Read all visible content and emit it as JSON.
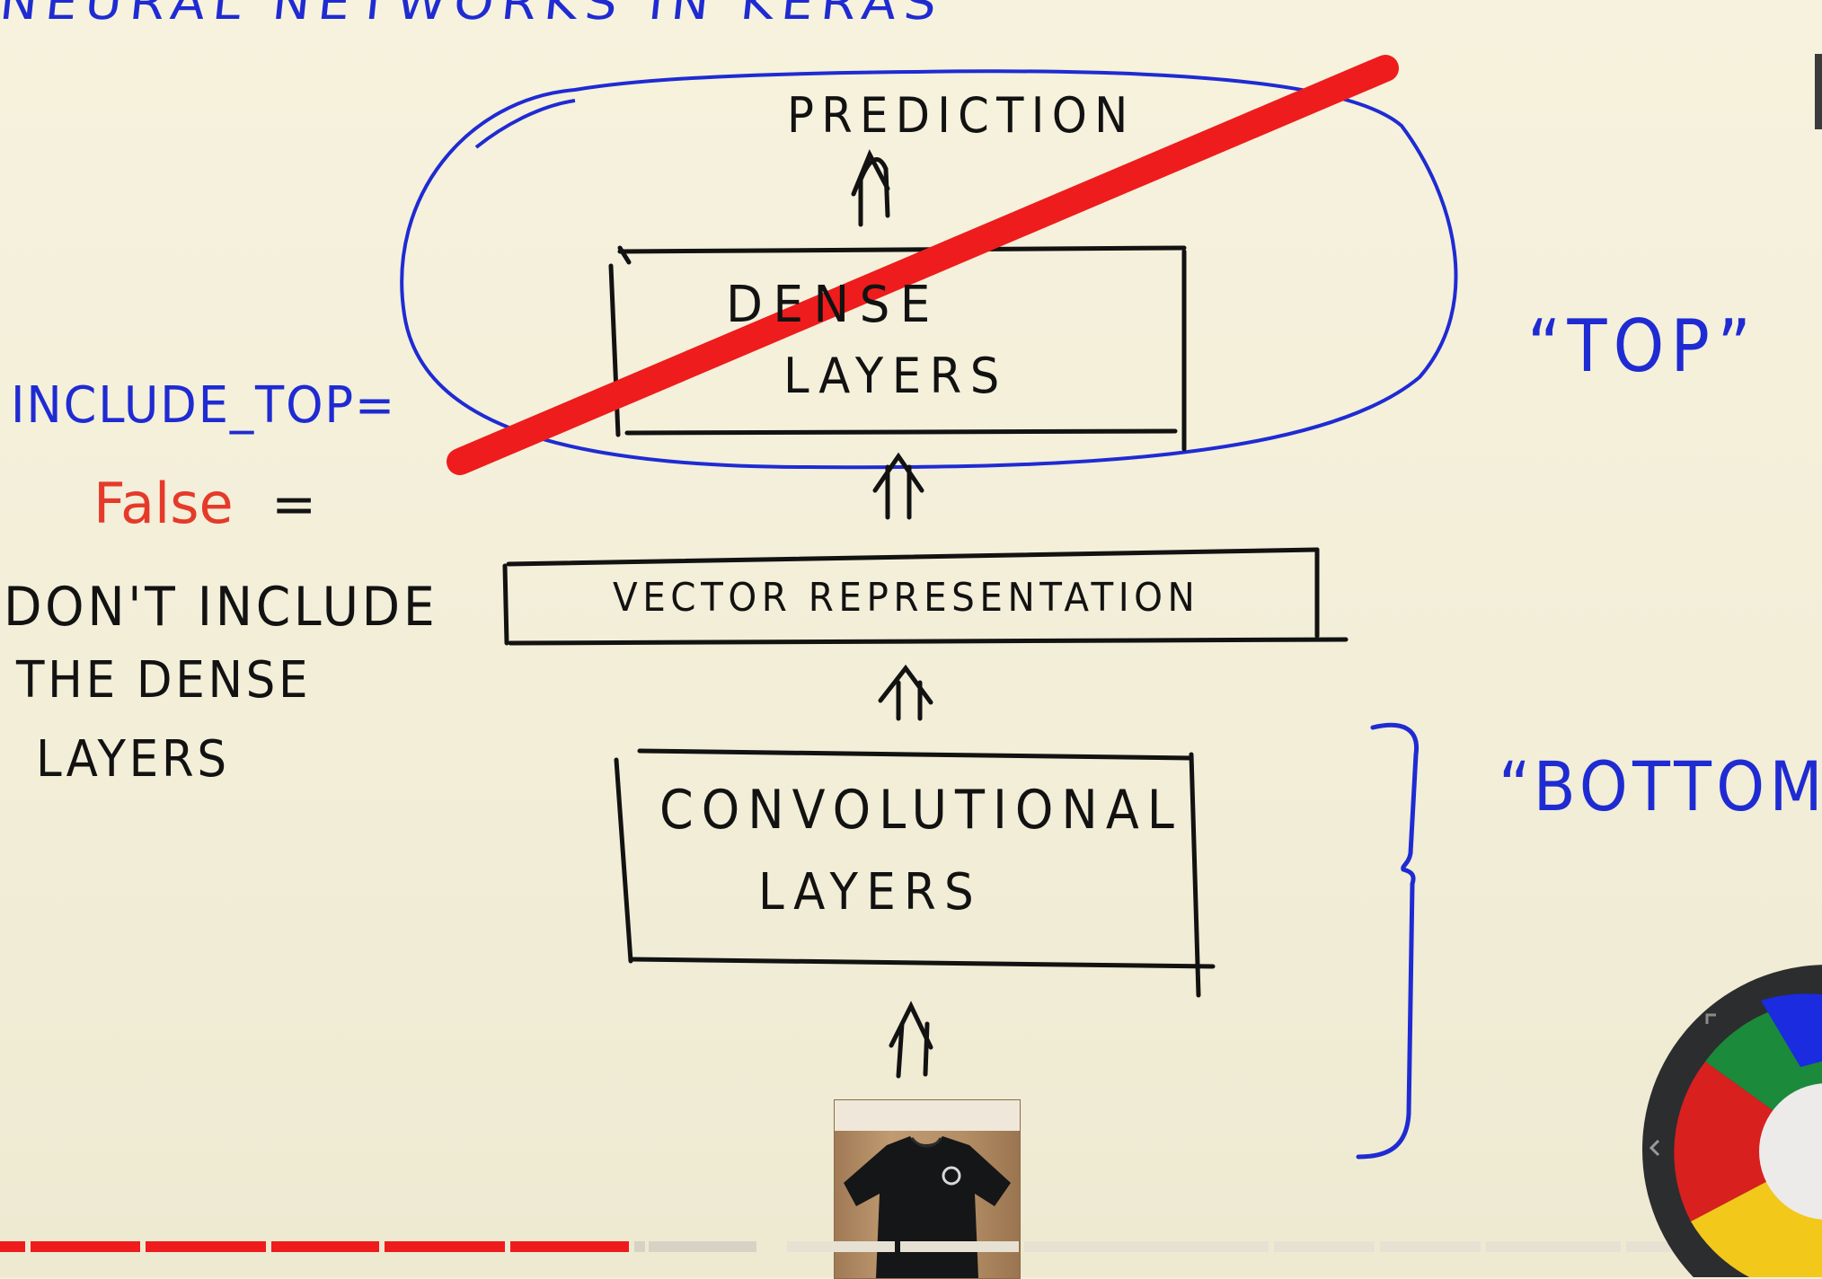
{
  "whiteboard": {
    "title": "NEURAL NETWORKS IN KERAS",
    "prediction": "PREDICTION",
    "dense_line1": "DENSE",
    "dense_line2": "LAYERS",
    "top_label": "“TOP”",
    "include_top": "INCLUDE_TOP=",
    "false_value": "False",
    "equals": "=",
    "note_line1": "DON'T INCLUDE",
    "note_line2": "THE DENSE",
    "note_line3": "LAYERS",
    "vector": "VECTOR REPRESENTATION",
    "conv_line1": "CONVOLUTIONAL",
    "conv_line2": "LAYERS",
    "bottom_label": "“BOTTOM”"
  },
  "colors": {
    "blue_ink": "#1f2bd2",
    "black_ink": "#121212",
    "red_ink": "#e53a2a",
    "strike_red": "#ee1c1c",
    "board": "#f3efd9"
  },
  "video_player": {
    "progress": 0.345,
    "chapter_count": 13
  },
  "color_picker": {
    "colors": [
      "#1b8a3a",
      "#1a2be0",
      "#d8201e",
      "#f2c81a"
    ],
    "chevron_icon": "chevron-left-icon"
  }
}
